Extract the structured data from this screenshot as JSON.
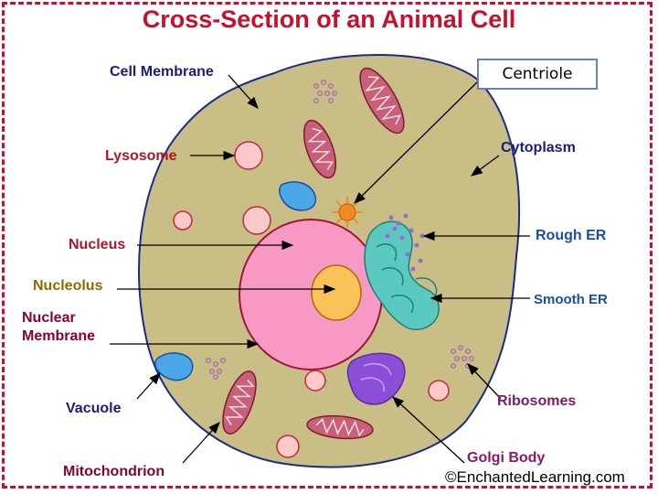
{
  "title": "Cross-Section of an Animal Cell",
  "labels": {
    "cell_membrane": "Cell Membrane",
    "lysosome": "Lysosome",
    "nucleus": "Nucleus",
    "nucleolus": "Nucleolus",
    "nuclear_membrane": "Nuclear\nMembrane",
    "vacuole": "Vacuole",
    "mitochondrion": "Mitochondrion",
    "centriole": "Centriole",
    "cytoplasm": "Cytoplasm",
    "rough_er": "Rough ER",
    "smooth_er": "Smooth ER",
    "ribosomes": "Ribosomes",
    "golgi_body": "Golgi Body"
  },
  "credit": "©EnchantedLearning.com",
  "colors": {
    "cytoplasm": "#c9bf86",
    "cell_membrane": "#1c2a8a",
    "nucleus": "#f799c2",
    "nucleolus": "#f9c35a",
    "mitochondrion": "#c9607a",
    "lysosome": "#fbc9c9",
    "vacuole": "#4aa8e8",
    "er": "#5bc9c0",
    "golgi": "#8a4fd6",
    "ribosome": "#b070b0",
    "frame": "#c8102e"
  }
}
